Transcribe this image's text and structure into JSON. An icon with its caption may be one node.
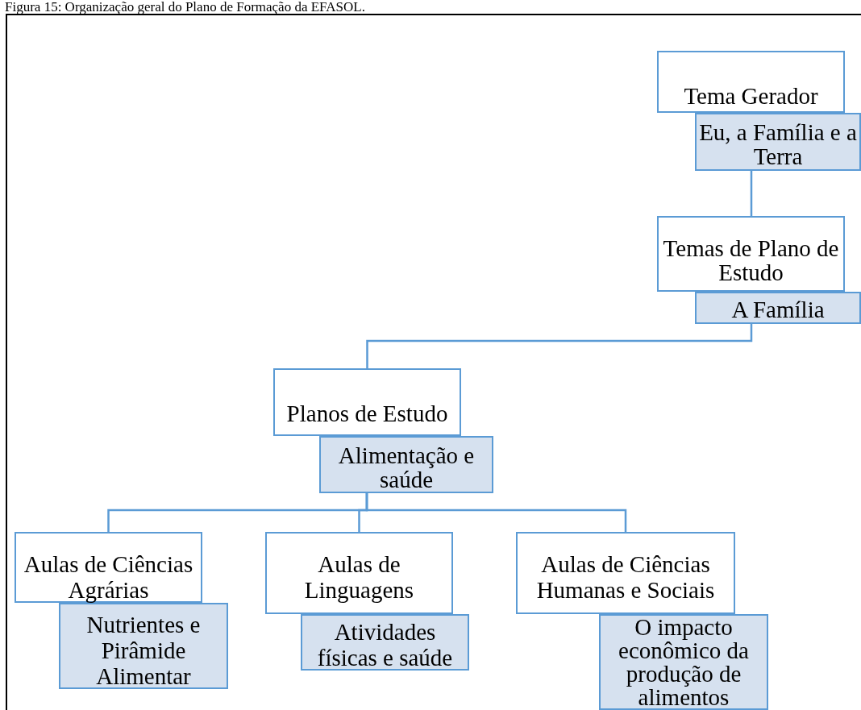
{
  "diagram": {
    "title": "Figura 15: Organização geral do Plano de Formação da EFASOL.",
    "nodes": [
      {
        "text": [
          "Tema Gerador"
        ]
      },
      {
        "text": [
          "Eu, a Família e a Terra"
        ]
      },
      {
        "text": [
          "Temas de Plano de Estudo"
        ]
      },
      {
        "text": [
          "A Família"
        ]
      },
      {
        "text": [
          "Planos de Estudo"
        ]
      },
      {
        "text": [
          "Alimentação e saúde"
        ]
      },
      {
        "text": [
          "Aulas de Ciências Agrárias"
        ]
      },
      {
        "text": [
          "Nutrientes e Pirâmide Alimentar"
        ]
      },
      {
        "text": [
          "Aulas de Linguagens"
        ]
      },
      {
        "text": [
          "Atividades físicas e saúde"
        ]
      },
      {
        "text": [
          "Aulas de Ciências Humanas e Sociais"
        ]
      },
      {
        "text": [
          "O impacto econômico da produção de alimentos"
        ]
      }
    ],
    "edges": [
      {
        "from": 1,
        "to": 2,
        "arrow": "none"
      },
      {
        "from": 3,
        "to": 4,
        "arrow": "none"
      },
      {
        "from": 5,
        "to": 6,
        "arrow": "none"
      },
      {
        "from": 5,
        "to": 8,
        "arrow": "none"
      },
      {
        "from": 5,
        "to": 10,
        "arrow": "none"
      }
    ]
  }
}
